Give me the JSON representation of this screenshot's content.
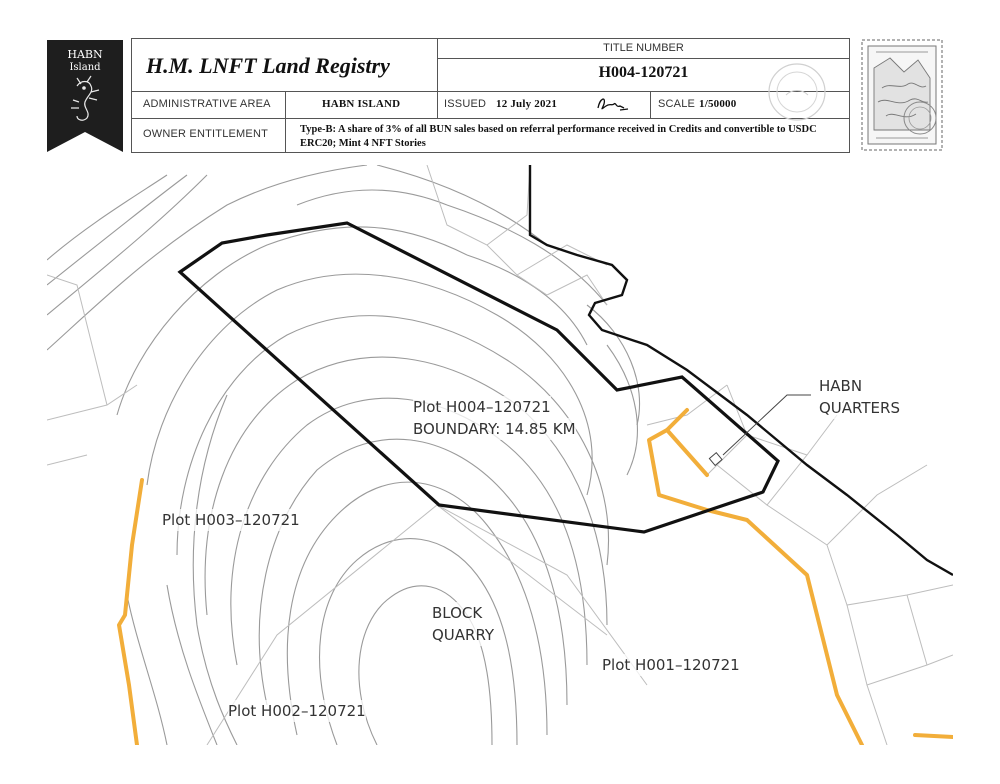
{
  "badge": {
    "title": "HABN",
    "subtitle": "Island",
    "color": "#1e1e1e"
  },
  "header": {
    "registry_title": "H.M. LNFT Land Registry",
    "title_number_label": "TITLE NUMBER",
    "title_number": "H004-120721",
    "admin_area_label": "ADMINISTRATIVE AREA",
    "admin_area": "HABN ISLAND",
    "issued_label": "ISSUED",
    "issued_date": "12 July 2021",
    "scale_label": "SCALE",
    "scale": "1/50000",
    "owner_label": "OWNER ENTITLEMENT",
    "owner_entitlement": "Type-B: A share of 3% of all BUN sales based on referral performance received in Credits and convertible to USDC ERC20; Mint 4 NFT Stories"
  },
  "map": {
    "labels": {
      "plot_h004": "Plot H004–120721",
      "boundary": "BOUNDARY: 14.85 KM",
      "plot_h003": "Plot H003–120721",
      "block": "BLOCK",
      "quarry": "QUARRY",
      "plot_h001": "Plot H001–120721",
      "plot_h002": "Plot H002–120721",
      "habn": "HABN",
      "quarters": "QUARTERS"
    },
    "colors": {
      "boundary": "#111111",
      "road": "#f2ae3a",
      "contour": "#9a9a9a",
      "parcel": "#bdbdbd"
    }
  }
}
